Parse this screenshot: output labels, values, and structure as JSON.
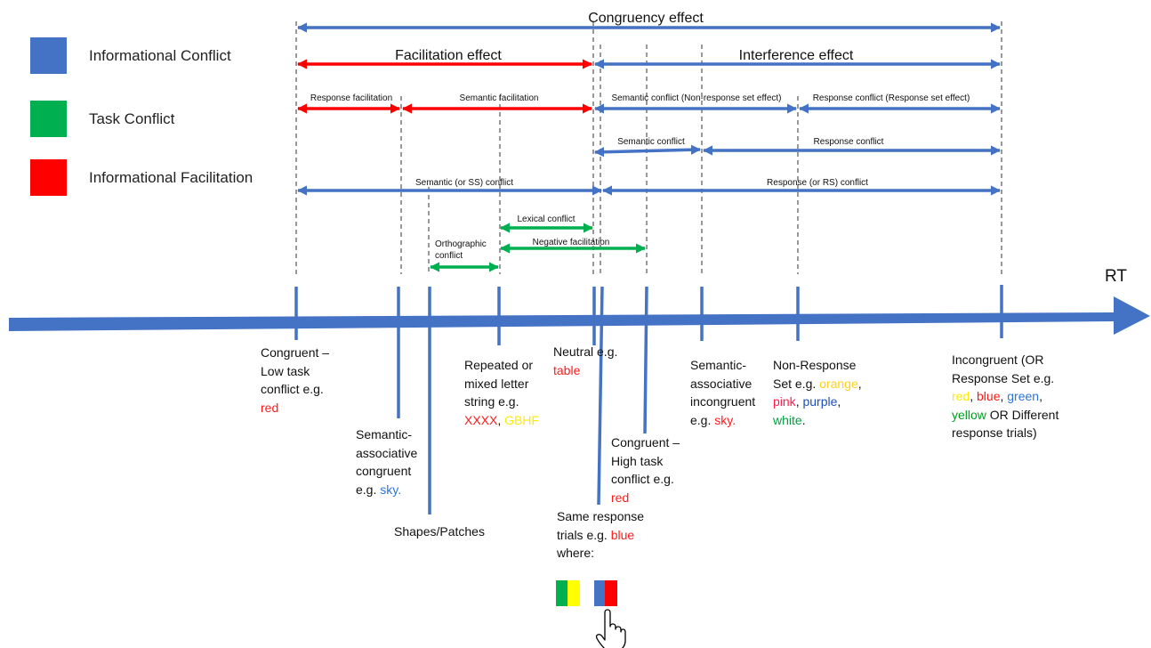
{
  "legend": [
    {
      "label": "Informational Conflict",
      "color": "#4472c4"
    },
    {
      "label": "Task Conflict",
      "color": "#00b050"
    },
    {
      "label": "Informational Facilitation",
      "color": "#ff0000"
    }
  ],
  "colors": {
    "blue": "#4472c4",
    "green": "#00b050",
    "red": "#ff0000",
    "guide": "#333333"
  },
  "axis": {
    "label": "RT"
  },
  "effects": {
    "congruency": "Congruency effect",
    "facilitation": "Facilitation effect",
    "interference": "Interference effect",
    "response_facilitation": "Response facilitation",
    "semantic_facilitation": "Semantic facilitation",
    "semantic_conflict_non_response": "Semantic conflict (Non-response set effect)",
    "response_conflict_response_set": "Response conflict (Response set effect)",
    "semantic_conflict": "Semantic conflict",
    "response_conflict": "Response conflict",
    "semantic_ss_conflict": "Semantic (or SS) conflict",
    "response_rs_conflict": "Response (or RS) conflict",
    "lexical_conflict": "Lexical conflict",
    "orthographic_conflict_1": "Orthographic",
    "orthographic_conflict_2": "conflict",
    "negative_facilitation": "Negative facilitation"
  },
  "conditions": {
    "congruent_low": {
      "l1": "Congruent –",
      "l2": "Low task",
      "l3": "conflict e.g.",
      "ex": "red"
    },
    "semantic_congruent": {
      "l1": "Semantic-",
      "l2": "associative",
      "l3": "congruent",
      "l4": "e.g. ",
      "ex": "sky",
      "end": "."
    },
    "shapes": {
      "l1": "Shapes/Patches"
    },
    "repeated": {
      "l1": "Repeated or",
      "l2": "mixed letter",
      "l3": "string e.g.",
      "ex1": "XXXX",
      "sep": ", ",
      "ex2": "GBHF"
    },
    "neutral": {
      "l1": "Neutral e.g.",
      "ex": "table"
    },
    "same_response": {
      "l1": "Same response",
      "l2": "trials e.g. ",
      "ex": "blue",
      "l3": "where:"
    },
    "congruent_high": {
      "l1": "Congruent –",
      "l2": "High task",
      "l3": "conflict e.g.",
      "ex": "red"
    },
    "semantic_incongruent": {
      "l1": "Semantic-",
      "l2": "associative",
      "l3": "incongruent",
      "l4": "e.g. ",
      "ex": "sky",
      "end": "."
    },
    "non_response": {
      "l1": "Non-Response",
      "l2": "Set e.g. ",
      "ex1": "orange",
      "c1": ",",
      "ex2": "pink",
      "c2": ", ",
      "ex3": "purple",
      "c3": ",",
      "ex4": "white",
      "end": "."
    },
    "incongruent": {
      "l1": "Incongruent (OR",
      "l2": "Response Set e.g.",
      "ex1": "red",
      "c1": ", ",
      "ex2": "blue",
      "c2": ", ",
      "ex3": "green",
      "c3": ",",
      "ex4": "yellow",
      "l3b": " OR Different",
      "l4": "response trials)"
    }
  }
}
